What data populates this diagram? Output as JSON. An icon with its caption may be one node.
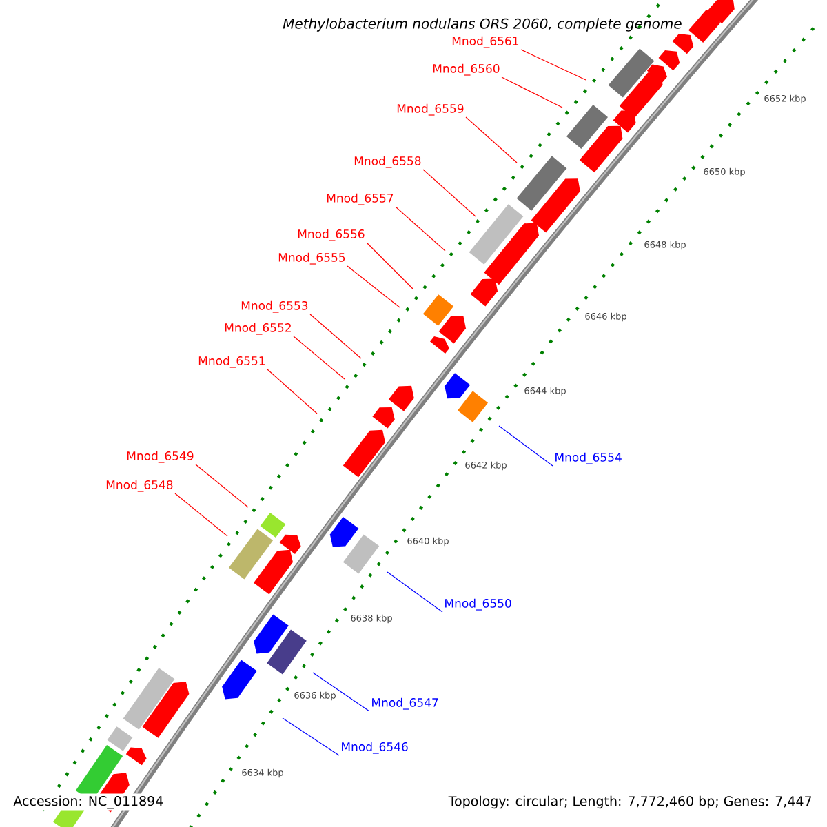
{
  "diagram": {
    "title": "Methylobacterium nodulans ORS 2060, complete genome",
    "nodes": [
      {
        "text": [
          "Mnod_6561"
        ]
      },
      {
        "text": [
          "Mnod_6560"
        ]
      },
      {
        "text": [
          "Mnod_6559"
        ]
      },
      {
        "text": [
          "Mnod_6558"
        ]
      },
      {
        "text": [
          "Mnod_6557"
        ]
      },
      {
        "text": [
          "Mnod_6556"
        ]
      },
      {
        "text": [
          "Mnod_6555"
        ]
      },
      {
        "text": [
          "Mnod_6553"
        ]
      },
      {
        "text": [
          "Mnod_6552"
        ]
      },
      {
        "text": [
          "Mnod_6551"
        ]
      },
      {
        "text": [
          "Mnod_6549"
        ]
      },
      {
        "text": [
          "Mnod_6554"
        ]
      },
      {
        "text": [
          "Mnod_6548"
        ]
      },
      {
        "text": [
          "Mnod_6550"
        ]
      },
      {
        "text": [
          "Mnod_6547"
        ]
      },
      {
        "text": [
          "Mnod_6546"
        ]
      }
    ],
    "edges": [
      {
        "from": 0,
        "to": null,
        "arrow": "none"
      },
      {
        "from": 1,
        "to": null,
        "arrow": "none"
      },
      {
        "from": 2,
        "to": null,
        "arrow": "none"
      },
      {
        "from": 3,
        "to": null,
        "arrow": "none"
      },
      {
        "from": 4,
        "to": null,
        "arrow": "none"
      },
      {
        "from": 5,
        "to": null,
        "arrow": "none"
      },
      {
        "from": 6,
        "to": null,
        "arrow": "none"
      },
      {
        "from": 7,
        "to": null,
        "arrow": "none"
      },
      {
        "from": 8,
        "to": null,
        "arrow": "none"
      },
      {
        "from": 9,
        "to": null,
        "arrow": "none"
      },
      {
        "from": 10,
        "to": null,
        "arrow": "none"
      },
      {
        "from": 11,
        "to": null,
        "arrow": "none",
        "color": "#0000ff"
      },
      {
        "from": 12,
        "to": null,
        "arrow": "none"
      },
      {
        "from": 13,
        "to": null,
        "arrow": "none",
        "color": "#0000ff"
      },
      {
        "from": 14,
        "to": null,
        "arrow": "none",
        "color": "#0000ff"
      },
      {
        "from": 15,
        "to": null,
        "arrow": "none",
        "color": "#0000ff"
      }
    ],
    "labels": [
      "6652 kbp",
      "6650 kbp",
      "6648 kbp",
      "6646 kbp",
      "6644 kbp",
      "6642 kbp",
      "6640 kbp",
      "6638 kbp",
      "6636 kbp",
      "6634 kbp",
      "Accession: NC_011894",
      "Topology: circular; Length: 7,772,460 bp; Genes: 7,447"
    ]
  }
}
